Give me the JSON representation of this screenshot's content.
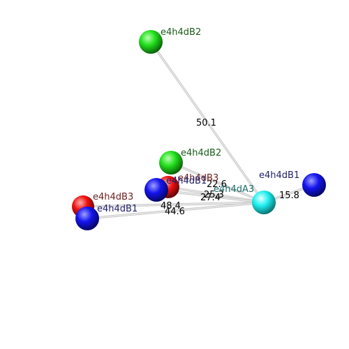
{
  "scene": {
    "background": "#ffffff",
    "bond_color": "#c8c8c8"
  },
  "atoms": [
    {
      "id": "green-top",
      "label": "e4h4dB2",
      "color": "green",
      "label_color": "#1a5c1a"
    },
    {
      "id": "green-mid",
      "label": "e4h4dB2",
      "color": "green",
      "label_color": "#1a5c1a"
    },
    {
      "id": "red-mid",
      "label": "e4h4dB3",
      "color": "red",
      "label_color": "#6b1f1f"
    },
    {
      "id": "blue-mid",
      "label": "e4h4dB1",
      "color": "blue",
      "label_color": "#1f1f6b"
    },
    {
      "id": "red-left",
      "label": "e4h4dB3",
      "color": "red",
      "label_color": "#6b1f1f"
    },
    {
      "id": "blue-left",
      "label": "e4h4dB1",
      "color": "blue",
      "label_color": "#1f1f6b"
    },
    {
      "id": "cyan-center",
      "label": "e4h4dA3",
      "color": "cyan",
      "label_color": "#1c6b6b"
    },
    {
      "id": "blue-right",
      "label": "e4h4dB1",
      "color": "blue",
      "label_color": "#1f1f6b"
    }
  ],
  "distances": [
    {
      "from": "cyan-center",
      "to": "green-top",
      "value": "50.1"
    },
    {
      "from": "cyan-center",
      "to": "green-mid",
      "value": "22.6"
    },
    {
      "from": "cyan-center",
      "to": "red-mid",
      "value": "25.3"
    },
    {
      "from": "cyan-center",
      "to": "blue-mid",
      "value": "27.4"
    },
    {
      "from": "cyan-center",
      "to": "red-left",
      "value": "48.4"
    },
    {
      "from": "cyan-center",
      "to": "blue-left",
      "value": "44.6"
    },
    {
      "from": "cyan-center",
      "to": "blue-right",
      "value": "15.8"
    }
  ],
  "colors": {
    "green": {
      "hi": "#b9ffb0",
      "mid": "#22e01c",
      "lo": "#0a5a08"
    },
    "red": {
      "hi": "#ffb0b0",
      "mid": "#f01010",
      "lo": "#5a0606"
    },
    "blue": {
      "hi": "#9fa0ff",
      "mid": "#1414ee",
      "lo": "#05055a"
    },
    "cyan": {
      "hi": "#e6ffff",
      "mid": "#1ff0f0",
      "lo": "#0a6b6b"
    }
  }
}
